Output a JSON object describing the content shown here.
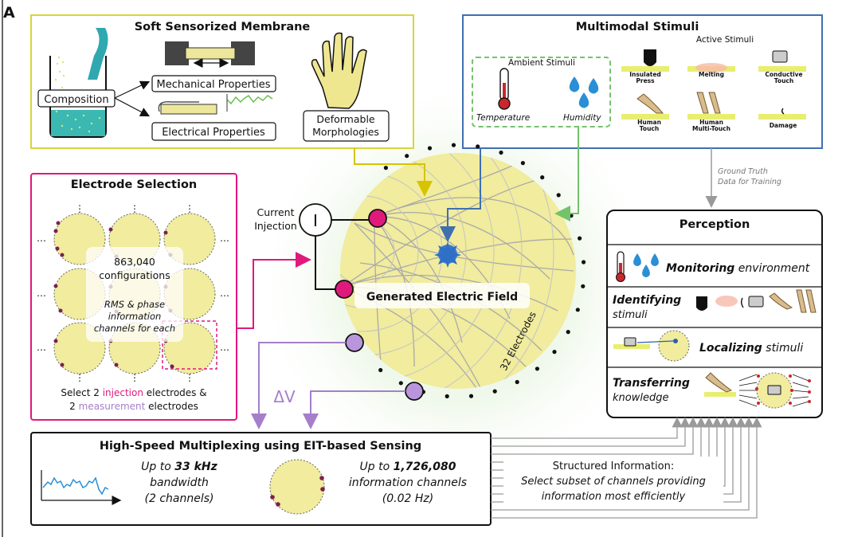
{
  "panel_label": "A",
  "membrane": {
    "title": "Soft Sensorized Membrane",
    "composition": "Composition",
    "mechanical": "Mechanical Properties",
    "electrical": "Electrical Properties",
    "morph_1": "Deformable",
    "morph_2": "Morphologies"
  },
  "stimuli": {
    "title": "Multimodal Stimuli",
    "ambient": "Ambient Stimuli",
    "active": "Active Stimuli",
    "temperature": "Temperature",
    "humidity": "Humidity",
    "insulated_1": "Insulated",
    "insulated_2": "Press",
    "melting": "Melting",
    "conductive_1": "Conductive",
    "conductive_2": "Touch",
    "human_touch_1": "Human",
    "human_touch_2": "Touch",
    "multi_1": "Human",
    "multi_2": "Multi-Touch",
    "damage": "Damage"
  },
  "electrode": {
    "title": "Electrode Selection",
    "configs_1": "863,040",
    "configs_2": "configurations",
    "rms_1": "RMS & phase",
    "rms_2": "information",
    "rms_3": "channels for each",
    "select_1a": "Select 2 ",
    "select_1b": "injection",
    "select_1c": " electrodes &",
    "select_2a": "2 ",
    "select_2b": "measurement",
    "select_2c": " electrodes",
    "dots": "…",
    "vdots": "⋮"
  },
  "center": {
    "current_1": "Current",
    "current_2": "Injection",
    "current_symbol": "I",
    "field": "Generated Electric Field",
    "electrodes": "32 Electrodes",
    "delta_v": "ΔV"
  },
  "ground_truth": {
    "line1": "Ground Truth",
    "line2": "Data for Training"
  },
  "perception": {
    "title": "Perception",
    "monitoring_b": "Monitoring",
    "monitoring_r": " environment",
    "identifying_b": "Identifying",
    "identifying_r": "stimuli",
    "localizing_b": "Localizing",
    "localizing_r": " stimuli",
    "transferring_b": "Transferring",
    "transferring_r": "knowledge"
  },
  "multiplex": {
    "title": "High-Speed Multiplexing using EIT-based Sensing",
    "bw_1a": "Up to ",
    "bw_1b": "33 kHz",
    "bw_2": "bandwidth",
    "bw_3": "(2 channels)",
    "ch_1a": "Up to ",
    "ch_1b": "1,726,080",
    "ch_2": "information channels",
    "ch_3": "(0.02 Hz)"
  },
  "structured": {
    "line1": "Structured Information:",
    "line2": "Select subset of channels providing",
    "line3": "information most efficiently"
  },
  "colors": {
    "yellow_border": "#d6d63a",
    "blue_border": "#3f6fb0",
    "pink": "#e0197d",
    "purple": "#a57fc9",
    "green": "#73c36b",
    "membrane_fill": "#f1ec9e",
    "dark": "#111111"
  }
}
